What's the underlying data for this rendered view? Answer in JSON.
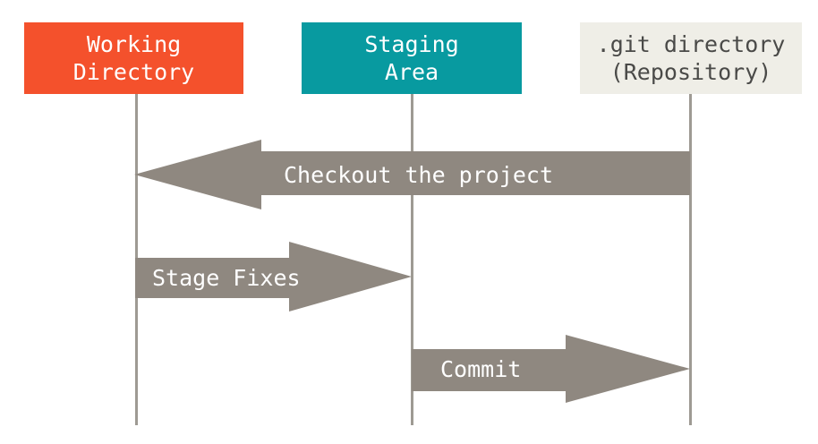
{
  "diagram": {
    "title": "Git three-stage workflow",
    "background_color": "#ffffff",
    "arrow_color": "#8f8880",
    "lifeline_color": "#9e9a93",
    "nodes": [
      {
        "id": "working-directory",
        "label_line_1": "Working",
        "label_line_2": "Directory",
        "fill_color": "#f4512c",
        "text_color": "#ffffff"
      },
      {
        "id": "staging-area",
        "label_line_1": "Staging",
        "label_line_2": "Area",
        "fill_color": "#089aa0",
        "text_color": "#ffffff"
      },
      {
        "id": "git-directory",
        "label_line_1": ".git directory",
        "label_line_2": "(Repository)",
        "fill_color": "#efeee7",
        "text_color": "#4a4a48"
      }
    ],
    "arrows": [
      {
        "id": "checkout",
        "label": "Checkout the project",
        "from": "git-directory",
        "to": "working-directory",
        "direction": "left"
      },
      {
        "id": "stage-fixes",
        "label": "Stage Fixes",
        "from": "working-directory",
        "to": "staging-area",
        "direction": "right"
      },
      {
        "id": "commit",
        "label": "Commit",
        "from": "staging-area",
        "to": "git-directory",
        "direction": "right"
      }
    ]
  }
}
